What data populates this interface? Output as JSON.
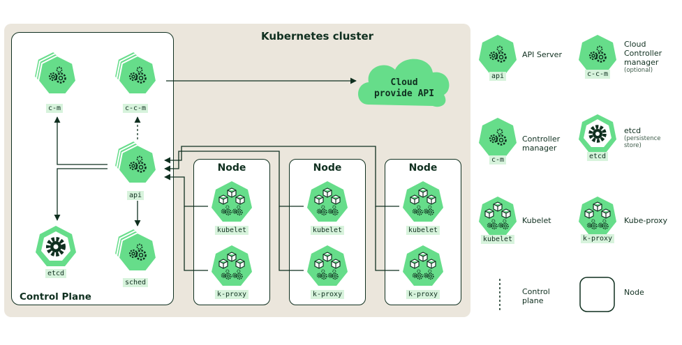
{
  "cluster": {
    "title": "Kubernetes cluster"
  },
  "control_plane": {
    "title": "Control Plane",
    "components": {
      "cm": "c-m",
      "ccm": "c-c-m",
      "api": "api",
      "etcd": "etcd",
      "sched": "sched"
    }
  },
  "cloud": {
    "line1": "Cloud",
    "line2": "provide API"
  },
  "nodes": [
    {
      "title": "Node",
      "kubelet": "kubelet",
      "kproxy": "k-proxy"
    },
    {
      "title": "Node",
      "kubelet": "kubelet",
      "kproxy": "k-proxy"
    },
    {
      "title": "Node",
      "kubelet": "kubelet",
      "kproxy": "k-proxy"
    }
  ],
  "legend": {
    "api_server": {
      "tag": "api",
      "text": "API Server"
    },
    "ccm": {
      "tag": "c-c-m",
      "text": "Cloud Controller manager",
      "sub": "(optional)"
    },
    "cm": {
      "tag": "c-m",
      "text": "Controller manager"
    },
    "etcd": {
      "tag": "etcd",
      "text": "etcd",
      "sub": "(persistence store)"
    },
    "kubelet": {
      "tag": "kubelet",
      "text": "Kubelet"
    },
    "kproxy": {
      "tag": "k-proxy",
      "text": "Kube-proxy"
    },
    "control_plane": {
      "text": "Control plane"
    },
    "node": {
      "text": "Node"
    }
  },
  "colors": {
    "green": "#66dd8a",
    "dark": "#0f2f1f",
    "label_bg": "#d7f3dc",
    "cluster_bg": "#ebe6dc"
  }
}
